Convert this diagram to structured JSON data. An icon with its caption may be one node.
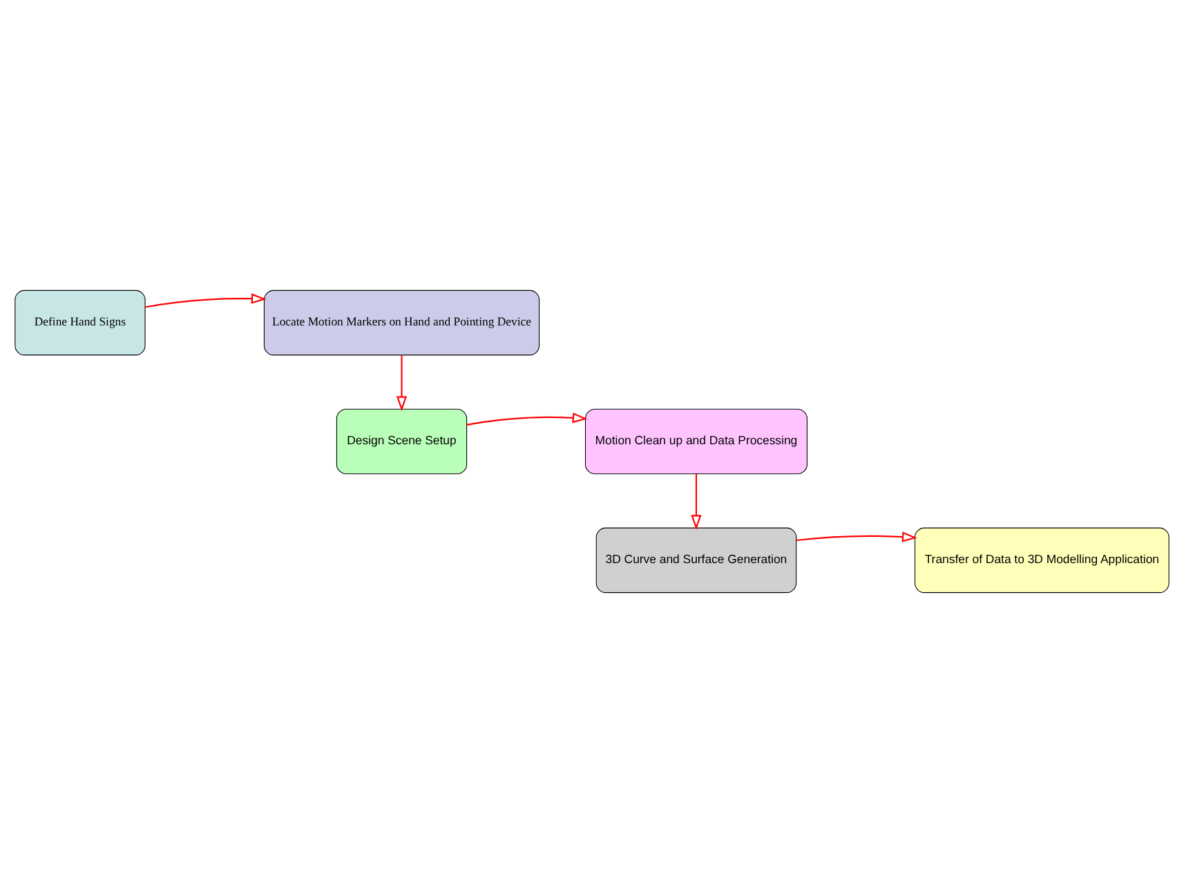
{
  "diagram": {
    "nodes": [
      {
        "text": [
          "Define Hand Signs"
        ]
      },
      {
        "text": [
          "Locate Motion Markers on Hand and Pointing Device"
        ]
      },
      {
        "text": [
          "Design Scene Setup"
        ]
      },
      {
        "text": [
          "Motion Clean up and Data Processing"
        ]
      },
      {
        "text": [
          "3D Curve and Surface Generation"
        ]
      },
      {
        "text": [
          "Transfer of Data to 3D Modelling Application"
        ]
      }
    ],
    "edges": [
      {
        "from": 0,
        "to": 1,
        "arrow": "to"
      },
      {
        "from": 1,
        "to": 2,
        "arrow": "to"
      },
      {
        "from": 2,
        "to": 3,
        "arrow": "to"
      },
      {
        "from": 3,
        "to": 4,
        "arrow": "to"
      },
      {
        "from": 4,
        "to": 5,
        "arrow": "to"
      }
    ]
  }
}
